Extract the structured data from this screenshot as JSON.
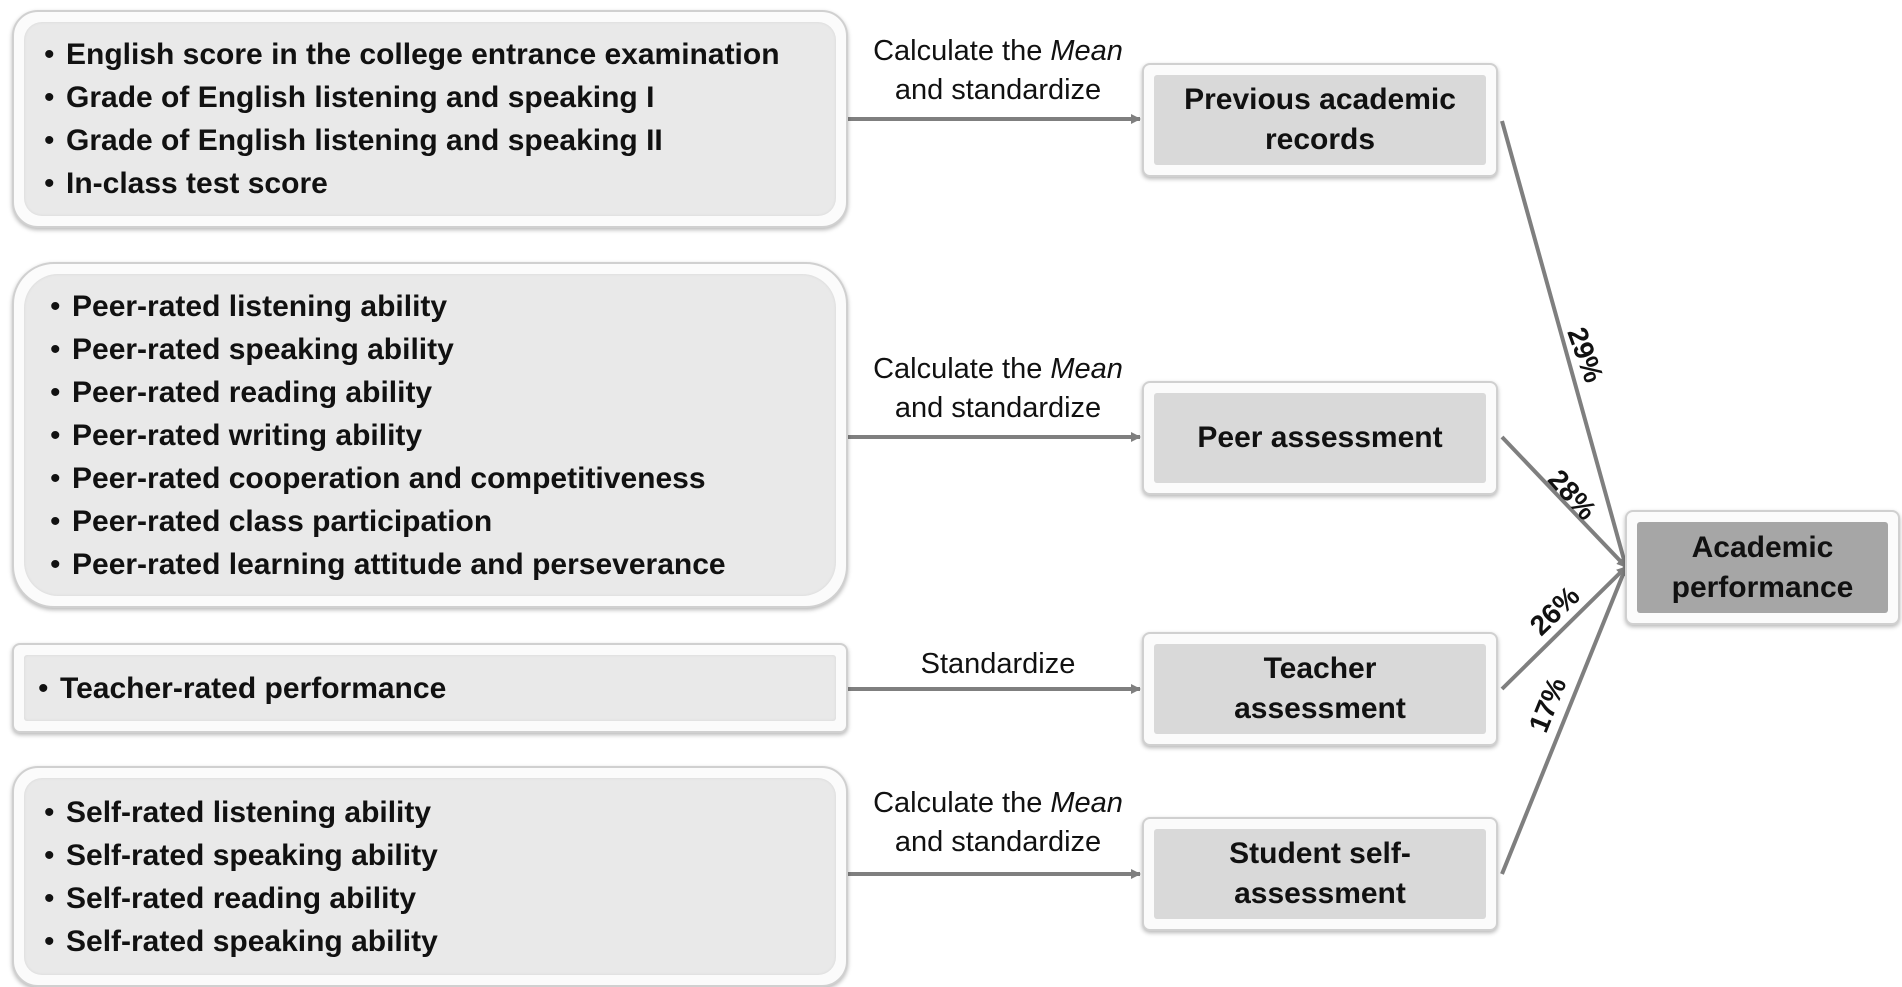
{
  "groups": [
    {
      "items": [
        "English score in the college entrance examination",
        "Grade of English listening and speaking I",
        "Grade of English listening and speaking II",
        "In-class test score"
      ],
      "edge_label": {
        "pre": "Calculate the ",
        "italic": "Mean",
        "line2": "and standardize"
      },
      "target": "Previous academic records",
      "weight": "29%"
    },
    {
      "items": [
        "Peer-rated listening ability",
        "Peer-rated speaking ability",
        "Peer-rated reading ability",
        "Peer-rated writing ability",
        "Peer-rated cooperation and competitiveness",
        "Peer-rated class participation",
        "Peer-rated learning attitude and perseverance"
      ],
      "edge_label": {
        "pre": "Calculate the ",
        "italic": "Mean",
        "line2": "and standardize"
      },
      "target": "Peer assessment",
      "weight": "28%"
    },
    {
      "items": [
        "Teacher-rated performance"
      ],
      "edge_label": {
        "pre": "Standardize",
        "italic": "",
        "line2": ""
      },
      "target": "Teacher assessment",
      "weight": "26%"
    },
    {
      "items": [
        "Self-rated listening ability",
        "Self-rated speaking ability",
        "Self-rated reading ability",
        "Self-rated speaking ability"
      ],
      "edge_label": {
        "pre": "Calculate the ",
        "italic": "Mean",
        "line2": "and standardize"
      },
      "target": "Student self-assessment",
      "weight": "17%"
    }
  ],
  "result": "Academic performance",
  "colors": {
    "arrow": "#7f7f7f",
    "node_fill": "#d9d9d9",
    "result_fill": "#a6a6a6",
    "group_fill": "#e9e9e9"
  }
}
